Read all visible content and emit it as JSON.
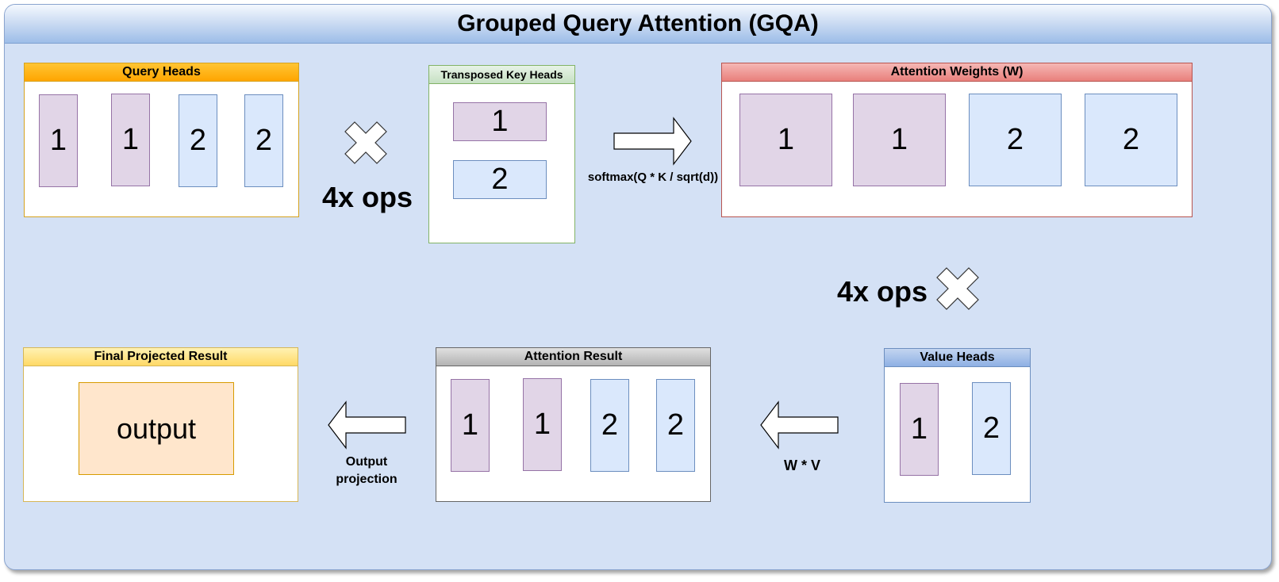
{
  "title": "Grouped Query Attention (GQA)",
  "query_heads": {
    "title": "Query Heads",
    "cells": [
      "1",
      "1",
      "2",
      "2"
    ]
  },
  "key_heads": {
    "title": "Transposed Key Heads",
    "cells": [
      "1",
      "2"
    ]
  },
  "attention_weights": {
    "title": "Attention Weights (W)",
    "cells": [
      "1",
      "1",
      "2",
      "2"
    ]
  },
  "value_heads": {
    "title": "Value Heads",
    "cells": [
      "1",
      "2"
    ]
  },
  "attention_result": {
    "title": "Attention Result",
    "cells": [
      "1",
      "1",
      "2",
      "2"
    ]
  },
  "final_result": {
    "title": "Final Projected Result",
    "output": "output"
  },
  "ops_label_top": "4x ops",
  "ops_label_right": "4x ops",
  "softmax_label": "softmax(Q * K / sqrt(d))",
  "wv_label": "W * V",
  "output_projection_label": "Output\nprojection",
  "colors": {
    "group1_fill": "#e1d5e7",
    "group2_fill": "#dae8fc",
    "query_header": "#ffb70f",
    "key_header": "#d5e8d4",
    "weights_header": "#f08080",
    "value_header": "#7ea6e0",
    "result_header": "#b3b3b3",
    "final_header": "#ffe599",
    "output_fill": "#ffe6cc",
    "background": "#d4e1f5"
  }
}
